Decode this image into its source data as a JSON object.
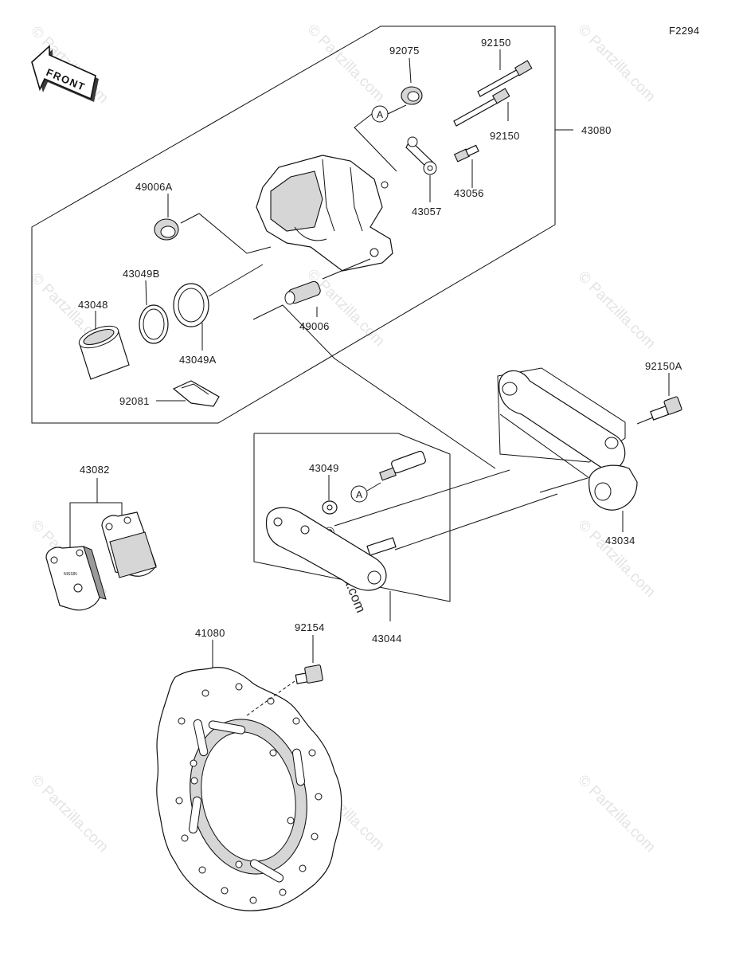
{
  "figure_code": "F2294",
  "front_label": "FRONT",
  "ref_marker": "A",
  "watermark": "© Partzilla.com",
  "parts": {
    "p92075": "92075",
    "p92150_a": "92150",
    "p92150_b": "92150",
    "p43080": "43080",
    "p49006A": "49006A",
    "p43056": "43056",
    "p43057": "43057",
    "p43049B": "43049B",
    "p43048": "43048",
    "p49006": "49006",
    "p43049A": "43049A",
    "p92081": "92081",
    "p92150A": "92150A",
    "p43082": "43082",
    "p43049": "43049",
    "p43034": "43034",
    "p43044": "43044",
    "p41080": "41080",
    "p92154": "92154"
  }
}
